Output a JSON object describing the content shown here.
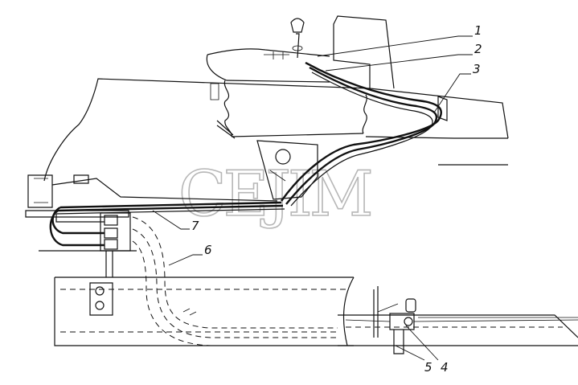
{
  "watermark": "CEJIM",
  "callouts": [
    {
      "id": "1",
      "label": "1"
    },
    {
      "id": "2",
      "label": "2"
    },
    {
      "id": "3",
      "label": "3"
    },
    {
      "id": "4",
      "label": "4"
    },
    {
      "id": "5",
      "label": "5"
    },
    {
      "id": "6",
      "label": "6"
    },
    {
      "id": "7",
      "label": "7"
    }
  ]
}
